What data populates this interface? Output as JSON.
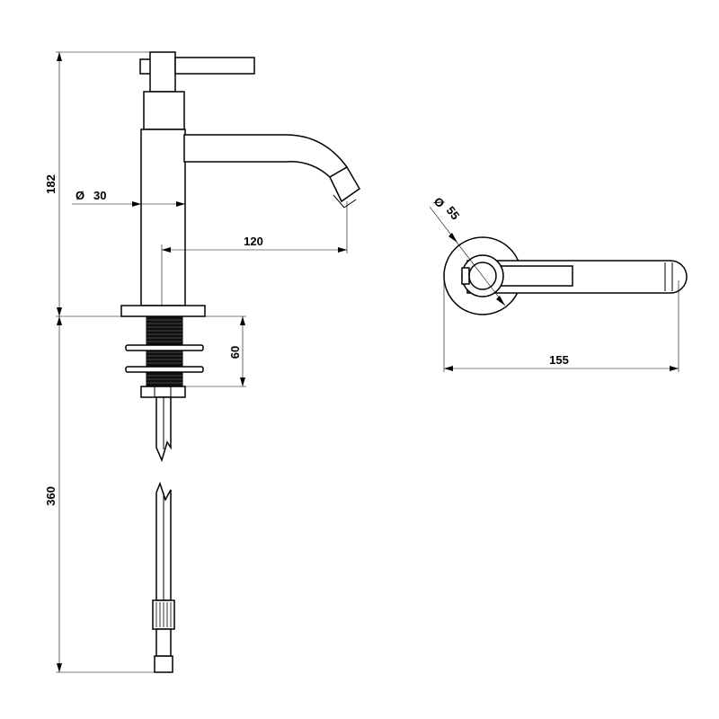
{
  "dimensions": {
    "height_top": "182",
    "diameter_body": "30",
    "diameter_symbol": "Ø",
    "spout_reach": "120",
    "thread_length": "60",
    "supply_length": "360",
    "base_diameter": "55",
    "handle_length": "155"
  }
}
